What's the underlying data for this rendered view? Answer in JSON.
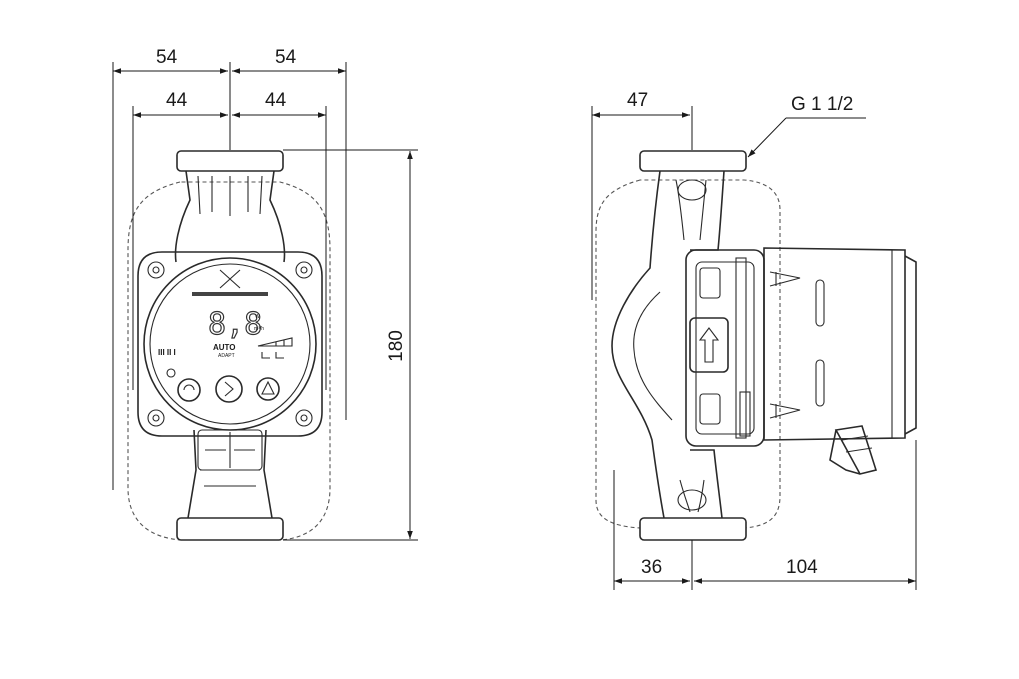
{
  "front_view": {
    "dim_outer_left": "54",
    "dim_outer_right": "54",
    "dim_inner_left": "44",
    "dim_inner_right": "44",
    "dim_height": "180",
    "display": {
      "segment_value": "8,8",
      "unit_w": "W",
      "unit_m3h": "m³/h",
      "auto": "AUTO",
      "adapt": "ADAPT",
      "speeds": "III  II  I"
    }
  },
  "side_view": {
    "dim_top": "47",
    "thread_label": "G 1 1/2",
    "dim_bottom_left": "36",
    "dim_bottom_right": "104"
  },
  "colors": {
    "line": "#2a2a2a",
    "background": "#ffffff"
  }
}
